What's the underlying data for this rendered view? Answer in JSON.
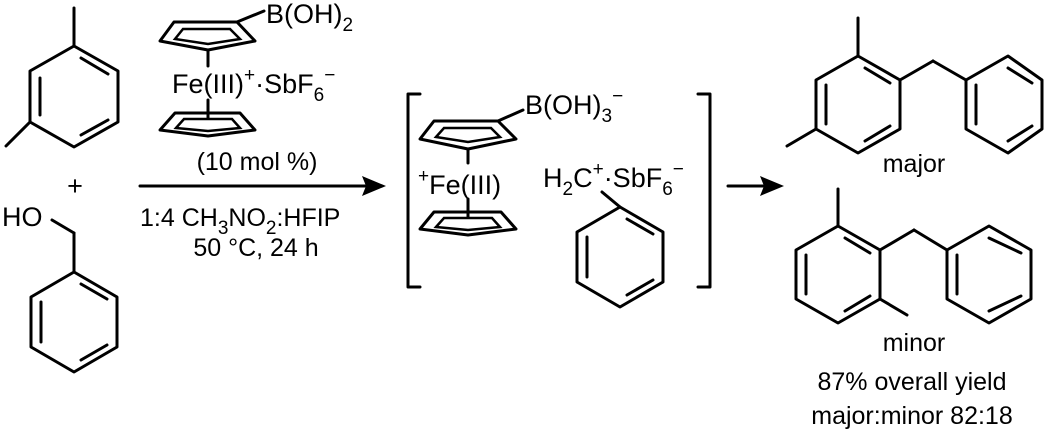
{
  "reactant_plus": "+",
  "benzyl_alcohol_label": "HO",
  "catalyst": {
    "boronic_acid": "B(OH)",
    "boronic_sub": "2",
    "iron": "Fe(III)",
    "iron_sup": "+",
    "counterion": "·SbF",
    "counterion_sub": "6",
    "counterion_sup": "−"
  },
  "conditions": {
    "loading": "(10 mol %)",
    "solvent_a": "1:4 CH",
    "solvent_sub_1": "3",
    "solvent_b": "NO",
    "solvent_sub_2": "2",
    "solvent_c": ":HFIP",
    "temp_time": "50 °C, 24 h"
  },
  "intermediate": {
    "boronate": "B(OH)",
    "boronate_sub": "3",
    "boronate_sup": "−",
    "iron_sup": "+",
    "iron": "Fe(III)",
    "carbocation_h": "H",
    "carbocation_sub": "2",
    "carbocation_c": "C",
    "carbocation_sup": "+",
    "counterion": "·SbF",
    "counterion_sub": "6",
    "counterion_sup": "−"
  },
  "products": {
    "major_label": "major",
    "minor_label": "minor",
    "yield_text": "87% overall yield",
    "ratio_text": "major:minor 82:18"
  }
}
